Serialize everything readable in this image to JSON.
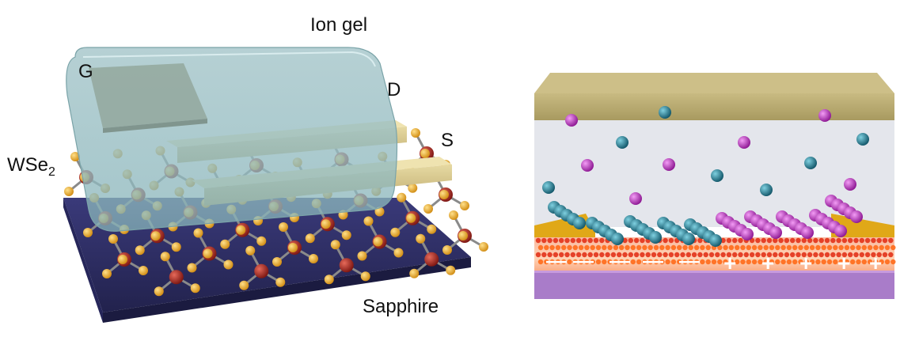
{
  "labels": {
    "ion_gel": "Ion gel",
    "gate": "G",
    "drain": "D",
    "source": "S",
    "wse2_main": "WSe",
    "wse2_sub": "2",
    "sapphire": "Sapphire"
  },
  "colors": {
    "sapphire": "#2f2f6b",
    "gel": "#9fc2c7",
    "electrode": "#d8c98c",
    "se_atom": "#e9a52a",
    "w_atom": "#b4312a",
    "cation": "#2a7d92",
    "anion": "#c238c8",
    "substrate": "#a878c8",
    "top_layer": "#b9ab74"
  },
  "signs": [
    "—",
    "—",
    "—",
    "—",
    "—",
    "+",
    "+",
    "+",
    "+",
    "+"
  ]
}
